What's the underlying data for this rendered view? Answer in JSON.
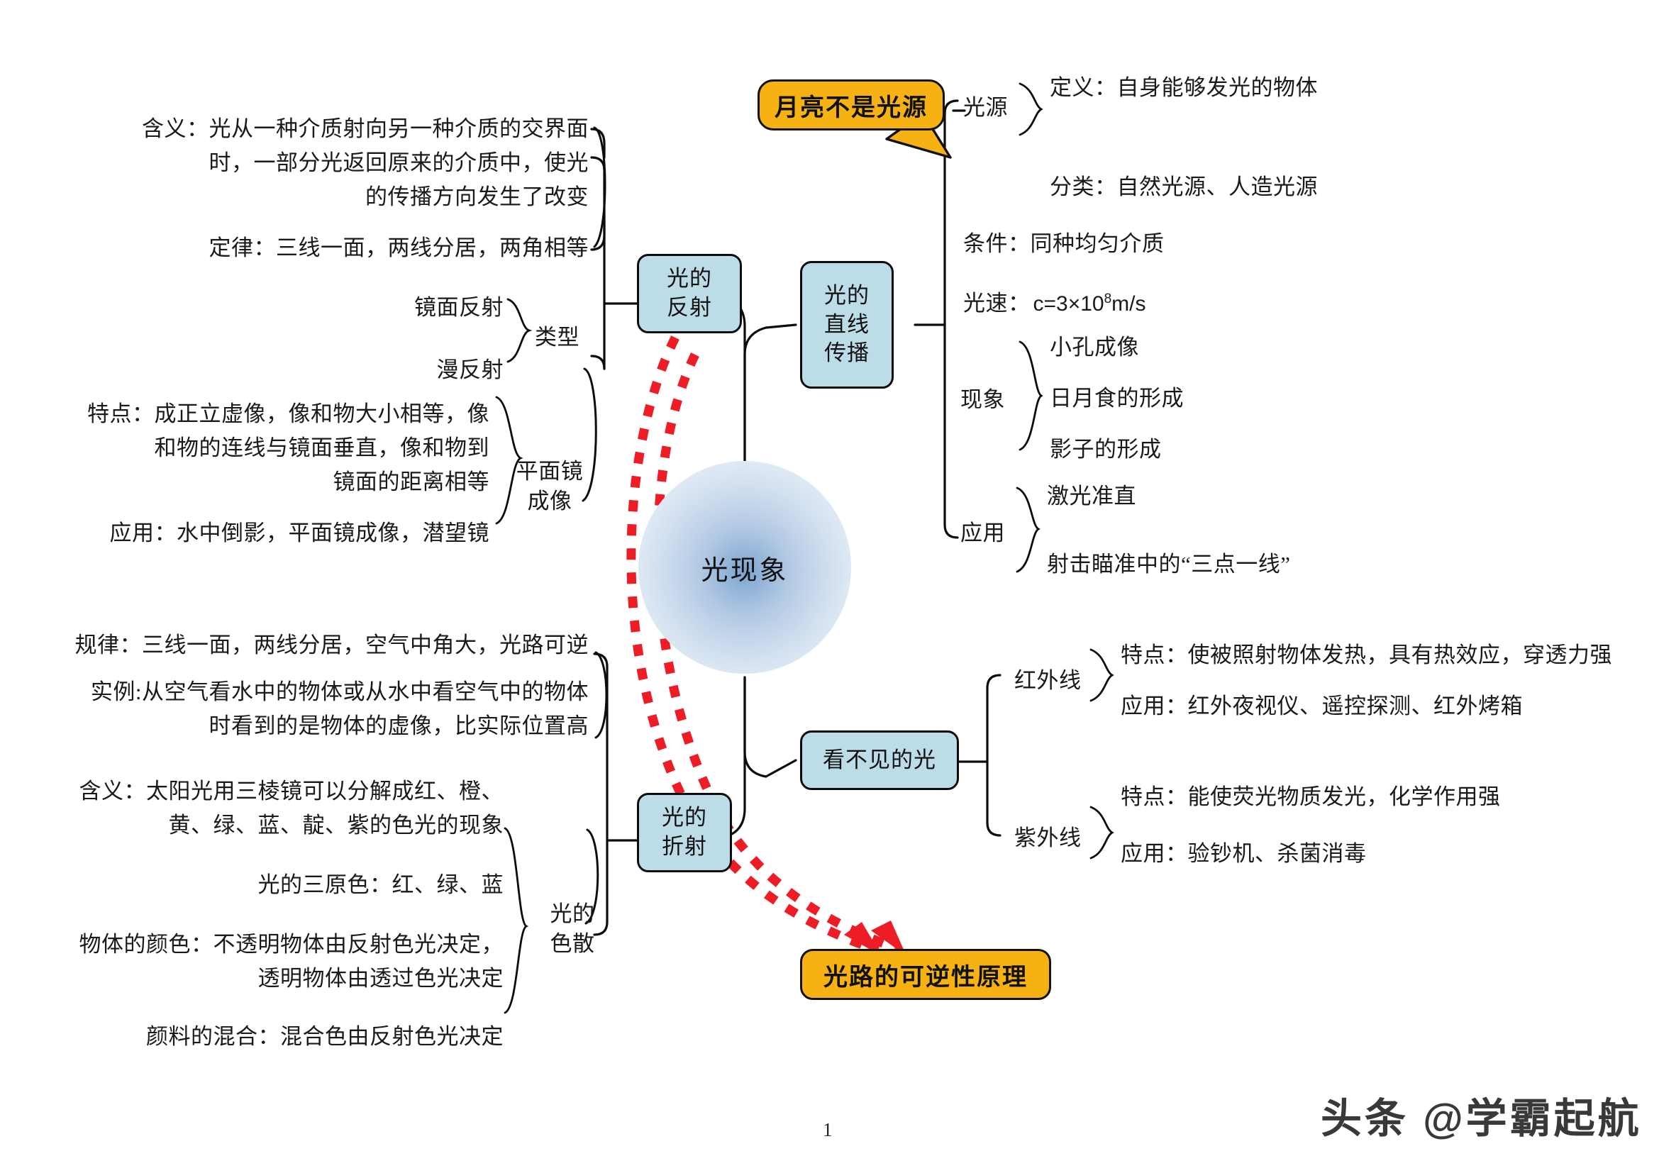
{
  "center": {
    "label": "光现象"
  },
  "page_number": "1",
  "watermark": "头条 @学霸起航",
  "callout": {
    "text": "月亮不是光源"
  },
  "bottom_box": {
    "text": "光路的可逆性原理"
  },
  "nodes": {
    "reflection": "光的\n反射",
    "straight": "光的\n直线\n传播",
    "refraction": "光的\n折射",
    "invisible": "看不见的光"
  },
  "branch_labels": {
    "type": "类型",
    "plane_mirror": "平面镜\n成像",
    "dispersion": "光的\n色散",
    "light_source": "光源",
    "phenomena": "现象",
    "application": "应用",
    "infrared": "红外线",
    "ultraviolet": "紫外线"
  },
  "reflection_branch": {
    "meaning_l1": "含义：光从一种介质射向另一种介质的交界面",
    "meaning_l2": "时，一部分光返回原来的介质中，使光",
    "meaning_l3": "的传播方向发生了改变",
    "law": "定律：三线一面，两线分居，两角相等",
    "type_items": [
      "镜面反射",
      "漫反射"
    ]
  },
  "plane_mirror_branch": {
    "feature_l1": "特点：成正立虚像，像和物大小相等，像",
    "feature_l2": "和物的连线与镜面垂直，像和物到",
    "feature_l3": "镜面的距离相等",
    "application": "应用：水中倒影，平面镜成像，潜望镜"
  },
  "refraction_branch": {
    "rule": "规律：三线一面，两线分居，空气中角大，光路可逆",
    "example_l1": "实例:从空气看水中的物体或从水中看空气中的物体",
    "example_l2": "时看到的是物体的虚像，比实际位置高"
  },
  "dispersion_branch": {
    "meaning_l1": "含义：太阳光用三棱镜可以分解成红、橙、",
    "meaning_l2": "黄、绿、蓝、靛、紫的色光的现象",
    "primary_colors": "光的三原色：红、绿、蓝",
    "object_color_l1": "物体的颜色：不透明物体由反射色光决定，",
    "object_color_l2": "透明物体由透过色光决定",
    "pigment_mix": "颜料的混合：混合色由反射色光决定"
  },
  "straight_branch": {
    "source_definition": "定义：自身能够发光的物体",
    "source_classification": "分类：自然光源、人造光源",
    "condition": "条件：同种均匀介质",
    "speed_label": "光速：",
    "speed_value_pre": "c=3×10",
    "speed_exp": "8",
    "speed_value_post": "m/s",
    "phenomena_items": [
      "小孔成像",
      "日月食的形成",
      "影子的形成"
    ],
    "application_items": [
      "激光准直",
      "射击瞄准中的“三点一线”"
    ]
  },
  "invisible_branch": {
    "infrared_feature": "特点：使被照射物体发热，具有热效应，穿透力强",
    "infrared_application": "应用：红外夜视仪、遥控探测、红外烤箱",
    "uv_feature": "特点：能使荧光物质发光，化学作用强",
    "uv_application": "应用：验钞机、杀菌消毒"
  },
  "colors": {
    "node_fill": "#bcdce8",
    "accent_orange": "#f5b212",
    "arrow_red": "#ee1c25",
    "line": "#0d0d0d"
  }
}
